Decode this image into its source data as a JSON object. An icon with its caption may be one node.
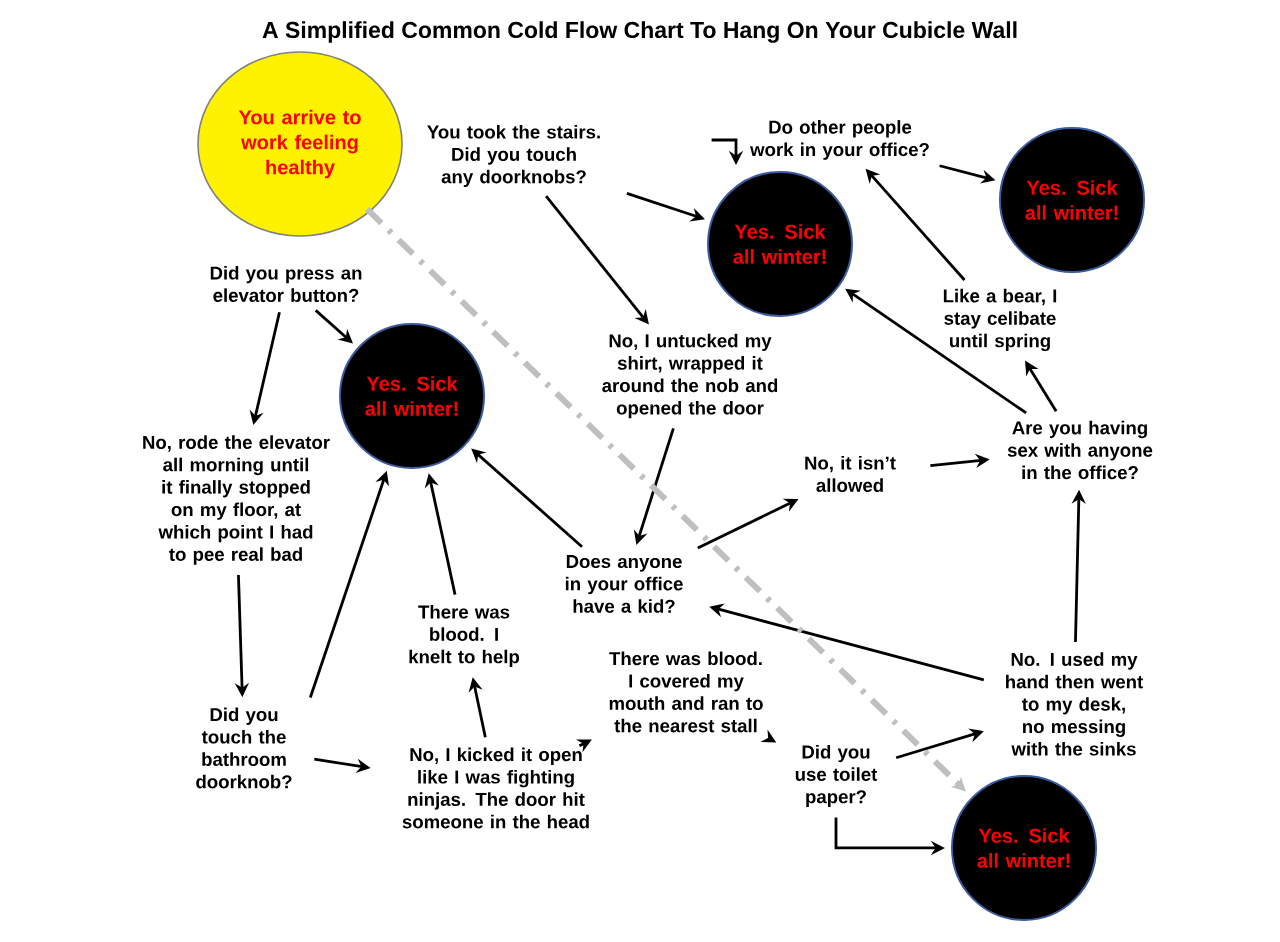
{
  "diagram": {
    "title": "A Simplified Common Cold Flow Chart To Hang On Your Cubicle Wall",
    "nodes": [
      {
        "text": [
          "You arrive to work feeling healthy"
        ]
      },
      {
        "text": [
          "Did you press an elevator button?"
        ]
      },
      {
        "text": [
          "You took the stairs. Did you touch any doorknobs?"
        ]
      },
      {
        "text": [
          "Do other people work in your office?"
        ]
      },
      {
        "text": [
          "Yes. Sick all winter!"
        ]
      },
      {
        "text": [
          "Yes. Sick all winter!"
        ]
      },
      {
        "text": [
          "Yes. Sick all winter!"
        ]
      },
      {
        "text": [
          "No, rode the elevator all morning until it finally stopped on my floor, at which point I had to pee real bad"
        ]
      },
      {
        "text": [
          "No, I untucked my shirt, wrapped it around the nob and opened the door"
        ]
      },
      {
        "text": [
          "Like a bear, I stay celibate until spring"
        ]
      },
      {
        "text": [
          "Are you having sex with anyone in the office?"
        ]
      },
      {
        "text": [
          "No, it isn’t allowed"
        ]
      },
      {
        "text": [
          "Does anyone in your office have a kid?"
        ]
      },
      {
        "text": [
          "There was blood. I knelt to help"
        ]
      },
      {
        "text": [
          "Did you touch the bathroom doorknob?"
        ]
      },
      {
        "text": [
          "There was blood. I covered my mouth and ran to the nearest stall"
        ]
      },
      {
        "text": [
          "Did you use toilet paper?"
        ]
      },
      {
        "text": [
          "No. I used my hand then went to my desk, no messing with the sinks"
        ]
      },
      {
        "text": [
          "No, I kicked it open like I was fighting ninjas. The door hit someone in the head"
        ]
      },
      {
        "text": [
          "Yes. Sick all winter!"
        ]
      }
    ],
    "edges": [
      {
        "from": 1,
        "to": 7,
        "arrow": "to"
      },
      {
        "from": 1,
        "to": 6,
        "arrow": "to"
      },
      {
        "from": 2,
        "to": 5,
        "arrow": "to"
      },
      {
        "from": 2,
        "to": 8,
        "arrow": "to"
      },
      {
        "from": 3,
        "to": 5,
        "arrow": "to"
      },
      {
        "from": 3,
        "to": 4,
        "arrow": "to"
      },
      {
        "from": 9,
        "to": 3,
        "arrow": "to"
      },
      {
        "from": 10,
        "to": 9,
        "arrow": "to"
      },
      {
        "from": 10,
        "to": 5,
        "arrow": "to"
      },
      {
        "from": 8,
        "to": 12,
        "arrow": "to"
      },
      {
        "from": 12,
        "to": 11,
        "arrow": "to"
      },
      {
        "from": 11,
        "to": 10,
        "arrow": "to"
      },
      {
        "from": 12,
        "to": 6,
        "arrow": "to"
      },
      {
        "from": 7,
        "to": 14,
        "arrow": "to"
      },
      {
        "from": 14,
        "to": 6,
        "arrow": "to"
      },
      {
        "from": 14,
        "to": 18,
        "arrow": "to"
      },
      {
        "from": 18,
        "to": 13,
        "arrow": "to"
      },
      {
        "from": 13,
        "to": 6,
        "arrow": "to"
      },
      {
        "from": 18,
        "to": 15,
        "arrow": "to"
      },
      {
        "from": 15,
        "to": 16,
        "arrow": "to"
      },
      {
        "from": 16,
        "to": 17,
        "arrow": "to"
      },
      {
        "from": 17,
        "to": 12,
        "arrow": "to"
      },
      {
        "from": 17,
        "to": 10,
        "arrow": "to"
      },
      {
        "from": 16,
        "to": 19,
        "arrow": "to"
      },
      {
        "from": 0,
        "to": 19,
        "arrow": "to",
        "style": "dashed",
        "color": "#bfbfbf"
      }
    ]
  }
}
